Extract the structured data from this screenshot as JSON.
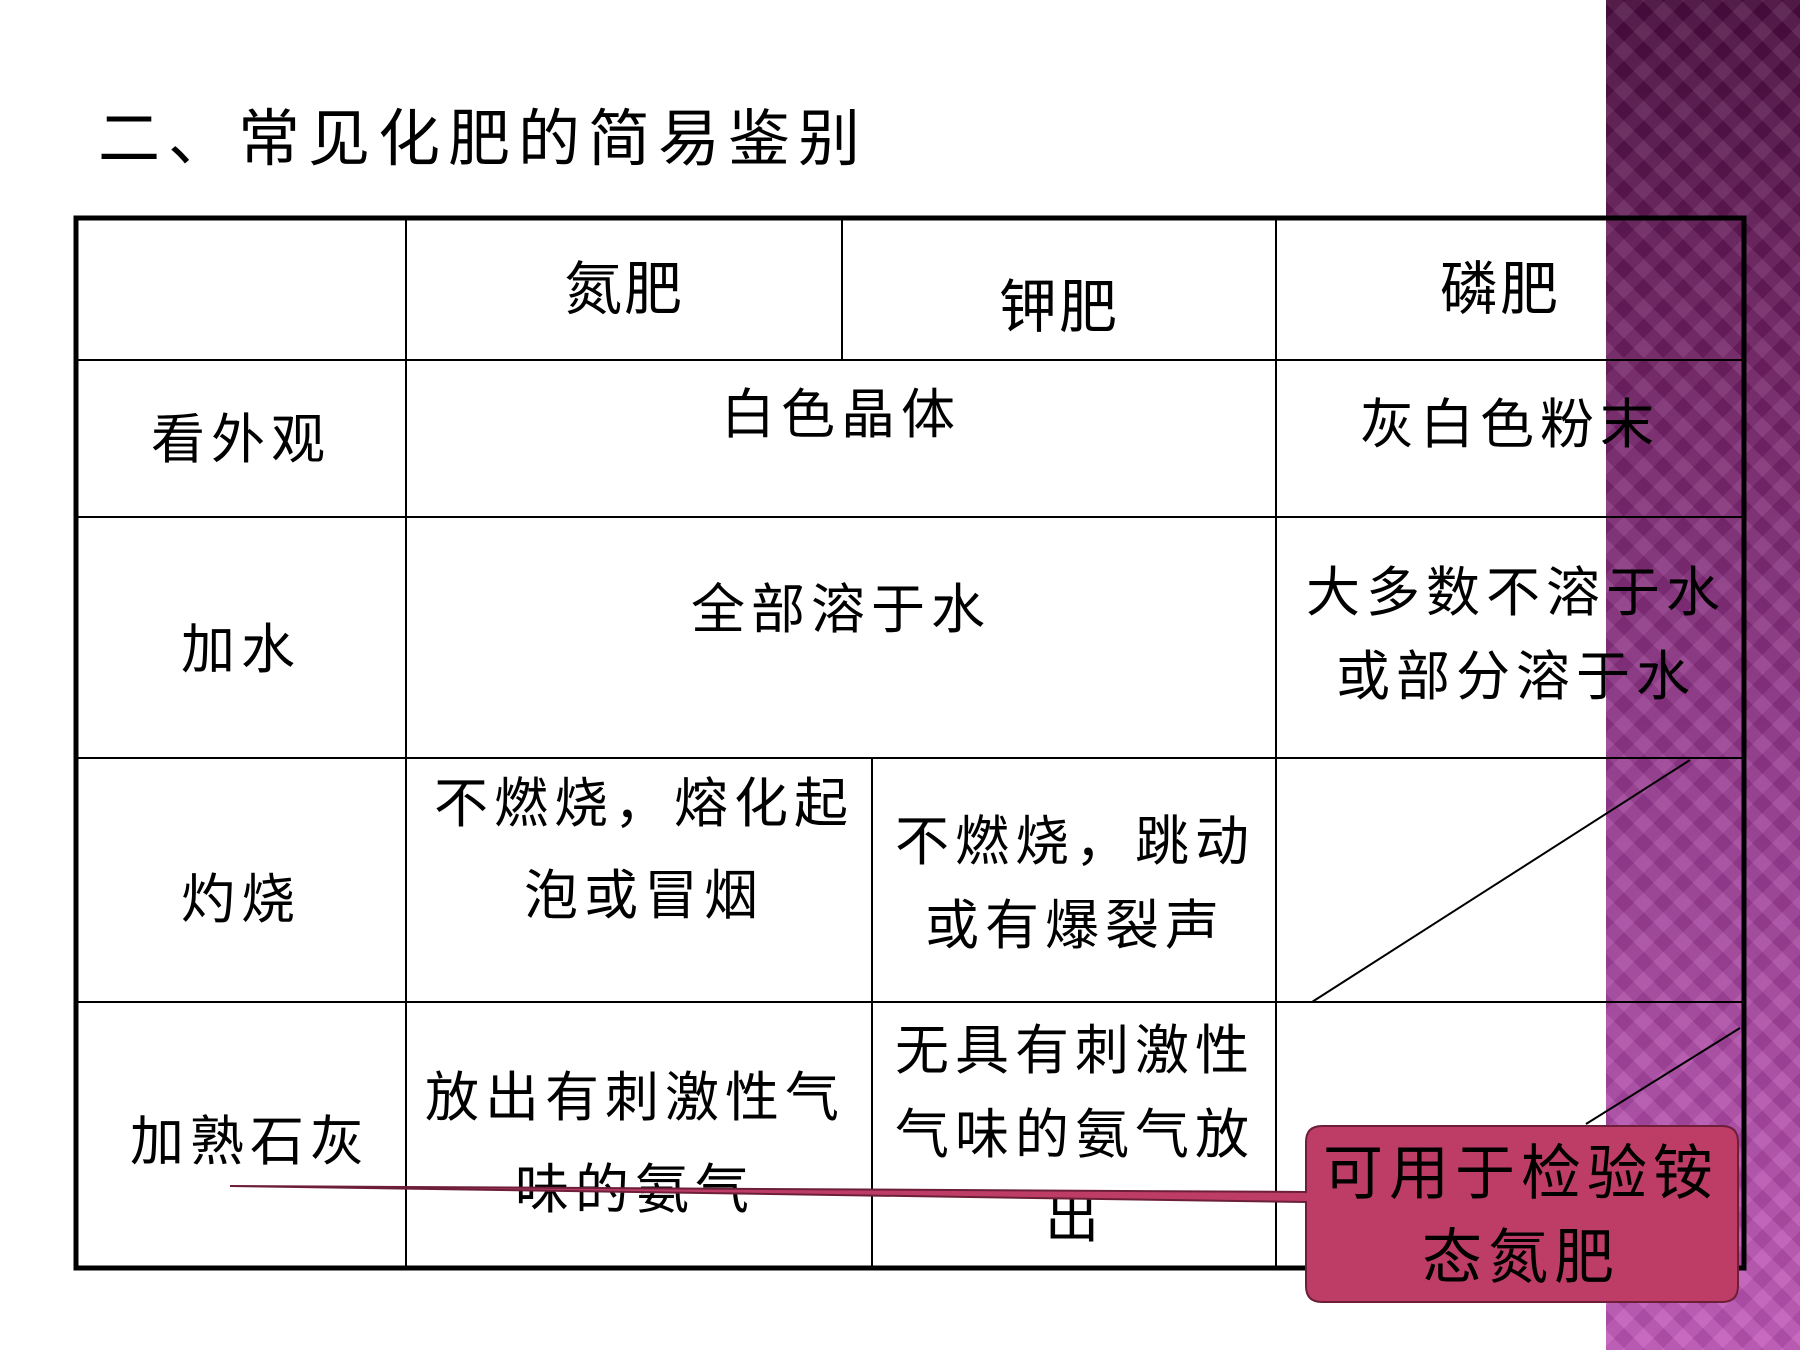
{
  "title": "二、常见化肥的简易鉴别",
  "table": {
    "headers": [
      "",
      "氮肥",
      "钾肥",
      "磷肥"
    ],
    "rows": [
      {
        "label": "看外观",
        "merged_np": "白色晶体",
        "phosphate": "灰白色粉末"
      },
      {
        "label": "加水",
        "merged_np": "全部溶于水",
        "phosphate": "大多数不溶于水或部分溶于水"
      },
      {
        "label": "灼烧",
        "nitrogen": "不燃烧，熔化起泡或冒烟",
        "potassium": "不燃烧，跳动或有爆裂声",
        "phosphate": ""
      },
      {
        "label": "加熟石灰",
        "nitrogen": "放出有刺激性气味的氨气",
        "potassium": "无具有刺激性气味的氨气放出",
        "phosphate": ""
      }
    ]
  },
  "callout": {
    "text": "可用于检验铵态氮肥"
  },
  "colors": {
    "sidebar": "#8a2f86",
    "callout_fill": "#bd3d66",
    "border": "#000000"
  }
}
